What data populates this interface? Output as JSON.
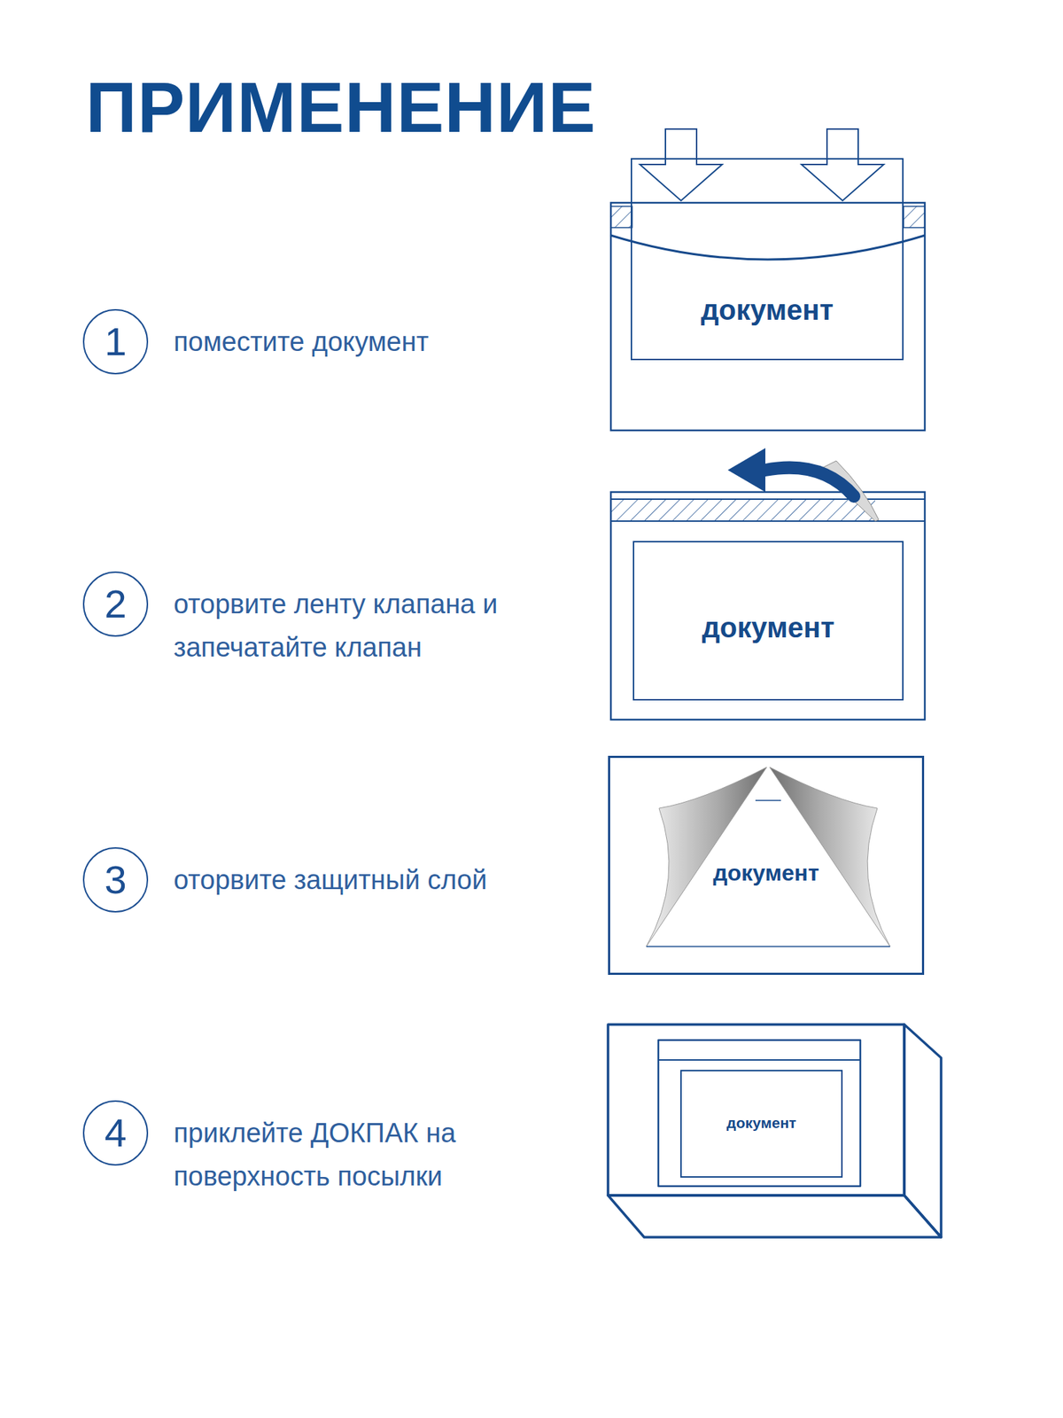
{
  "diagram": {
    "title": "ПРИМЕНЕНИЕ",
    "nodes": [
      {
        "text": [
          "документ"
        ]
      },
      {
        "text": [
          "документ"
        ]
      },
      {
        "text": [
          "документ"
        ]
      },
      {
        "text": [
          "документ"
        ]
      }
    ],
    "labels": [
      "1",
      "поместите документ",
      "2",
      "оторвите  ленту клапана и запечатайте клапан",
      "3",
      "оторвите защитный слой",
      "4",
      "приклейте ДОКПАК на поверхность посылки"
    ]
  }
}
